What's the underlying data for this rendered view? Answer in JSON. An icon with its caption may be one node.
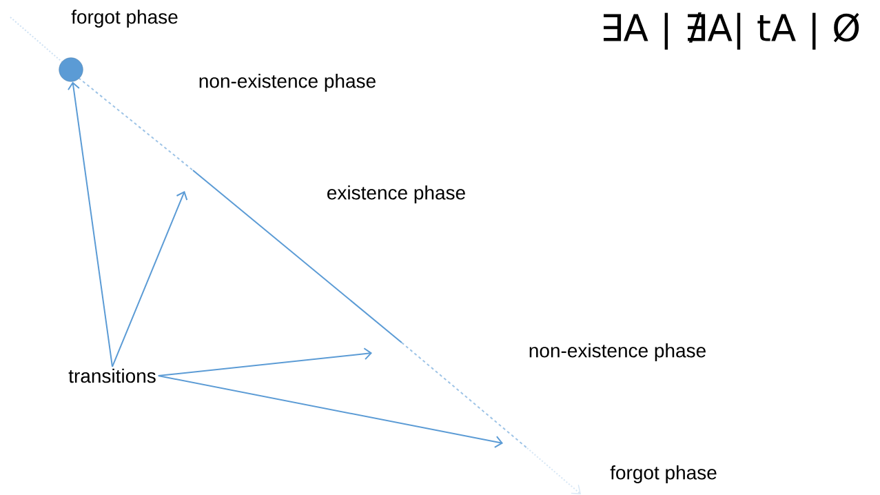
{
  "diagram": {
    "nodes": [
      {
        "text": [],
        "shape": "circle"
      },
      {
        "text": [
          "transitions"
        ]
      }
    ],
    "edges": [
      {
        "from": 1,
        "to": 0,
        "arrow": "to"
      },
      {
        "from": 1,
        "to": null,
        "arrow": "to"
      },
      {
        "from": 1,
        "to": null,
        "arrow": "to"
      },
      {
        "from": 1,
        "to": null,
        "arrow": "to"
      }
    ],
    "labels": [
      "forgot phase",
      "∃A | ∄A| tA | Ø",
      "non-existence phase",
      "existence phase",
      "non-existence phase",
      "forgot phase"
    ]
  }
}
